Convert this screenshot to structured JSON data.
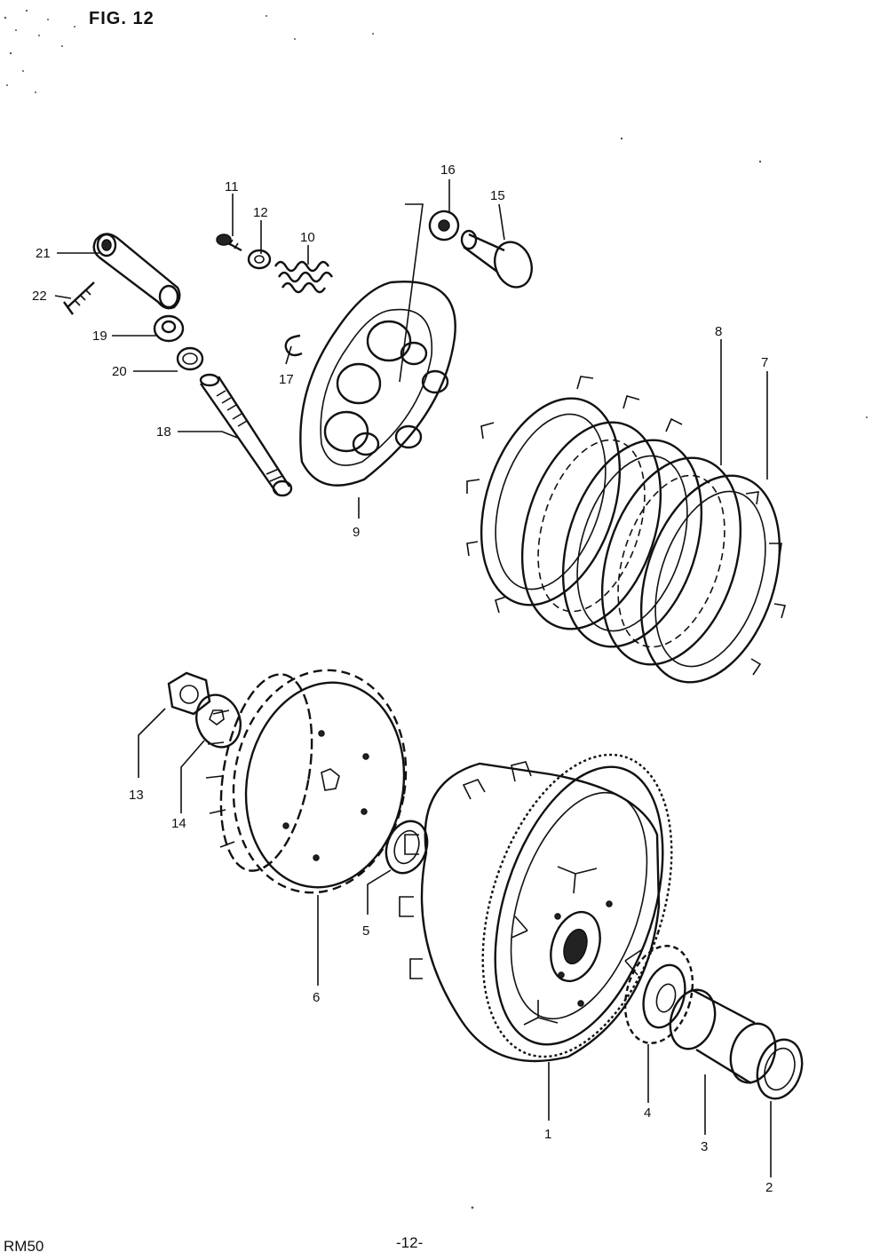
{
  "header": {
    "figure_title": "FIG. 12"
  },
  "footer": {
    "model": "RM50",
    "page_number": "-12-"
  },
  "callouts": {
    "c1": "1",
    "c2": "2",
    "c3": "3",
    "c4": "4",
    "c5": "5",
    "c6": "6",
    "c7": "7",
    "c8": "8",
    "c9": "9",
    "c10": "10",
    "c11": "11",
    "c12": "12",
    "c13": "13",
    "c14": "14",
    "c15": "15",
    "c16": "16",
    "c17": "17",
    "c18": "18",
    "c19": "19",
    "c20": "20",
    "c21": "21",
    "c22": "22"
  }
}
